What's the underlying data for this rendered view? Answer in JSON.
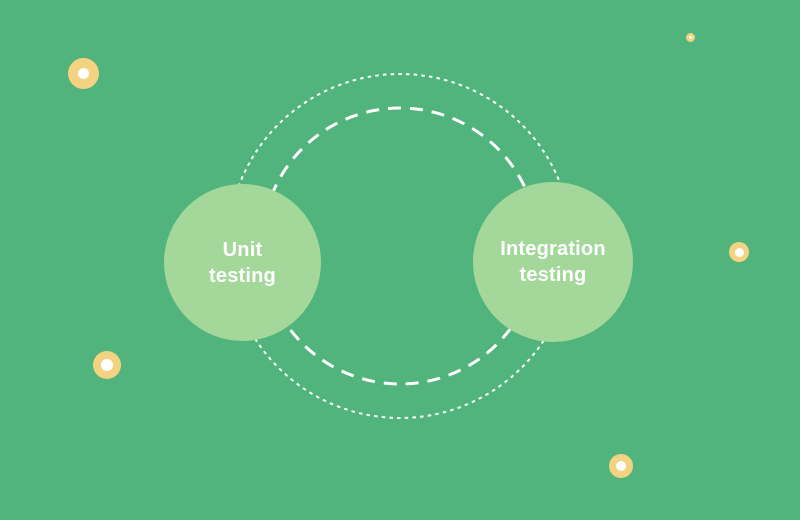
{
  "colors": {
    "background": "#50b47c",
    "node-fill": "#a3d89a",
    "ring-stroke": "#ffffff",
    "text": "#ffffff",
    "dot-fill": "#f3d381",
    "dot-center": "#ffffff"
  },
  "diagram": {
    "nodes": [
      {
        "id": "unit-testing",
        "label": "Unit testing",
        "label_line1": "Unit",
        "label_line2": "testing"
      },
      {
        "id": "integration-testing",
        "label": "Integration testing",
        "label_line1": "Integration",
        "label_line2": "testing"
      }
    ],
    "rings": [
      {
        "name": "outer-dotted-ring",
        "style": "dotted"
      },
      {
        "name": "inner-dashed-ring",
        "style": "dashed"
      }
    ],
    "decorative_dots": [
      {
        "name": "donut-dot-top-left"
      },
      {
        "name": "donut-dot-top-right-small"
      },
      {
        "name": "donut-dot-right-middle"
      },
      {
        "name": "donut-dot-bottom-left"
      },
      {
        "name": "donut-dot-bottom-right"
      }
    ]
  }
}
